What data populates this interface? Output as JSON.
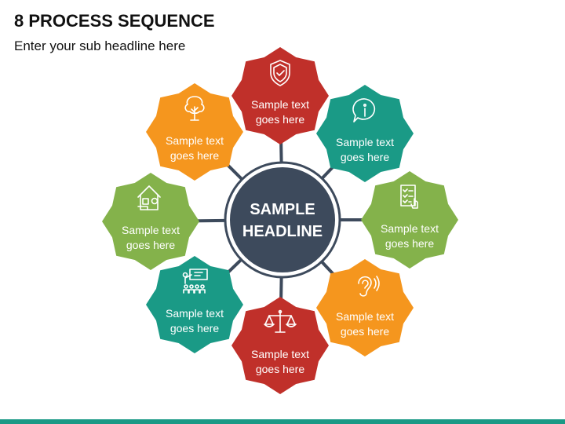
{
  "header": {
    "title": "8 PROCESS SEQUENCE",
    "subtitle": "Enter your sub headline here"
  },
  "center": {
    "line1": "SAMPLE",
    "line2": "HEADLINE",
    "color": "#3d4a5c"
  },
  "nodes": [
    {
      "id": "top",
      "line1": "Sample text",
      "line2": "goes here",
      "color": "#c0302a",
      "icon": "shield-icon"
    },
    {
      "id": "top-right",
      "line1": "Sample text",
      "line2": "goes here",
      "color": "#1a9a86",
      "icon": "info-chat-icon"
    },
    {
      "id": "right",
      "line1": "Sample text",
      "line2": "goes here",
      "color": "#84b24b",
      "icon": "checklist-icon"
    },
    {
      "id": "bottom-right",
      "line1": "Sample text",
      "line2": "goes here",
      "color": "#f5961e",
      "icon": "ear-icon"
    },
    {
      "id": "bottom",
      "line1": "Sample text",
      "line2": "goes here",
      "color": "#c0302a",
      "icon": "scales-icon"
    },
    {
      "id": "bottom-left",
      "line1": "Sample text",
      "line2": "goes here",
      "color": "#1a9a86",
      "icon": "presentation-icon"
    },
    {
      "id": "left",
      "line1": "Sample text",
      "line2": "goes here",
      "color": "#84b24b",
      "icon": "home-school-icon"
    },
    {
      "id": "top-left",
      "line1": "Sample text",
      "line2": "goes here",
      "color": "#f5961e",
      "icon": "tree-icon"
    }
  ],
  "connector_color": "#3d4a5c",
  "accent_bar_color": "#1a9a86"
}
